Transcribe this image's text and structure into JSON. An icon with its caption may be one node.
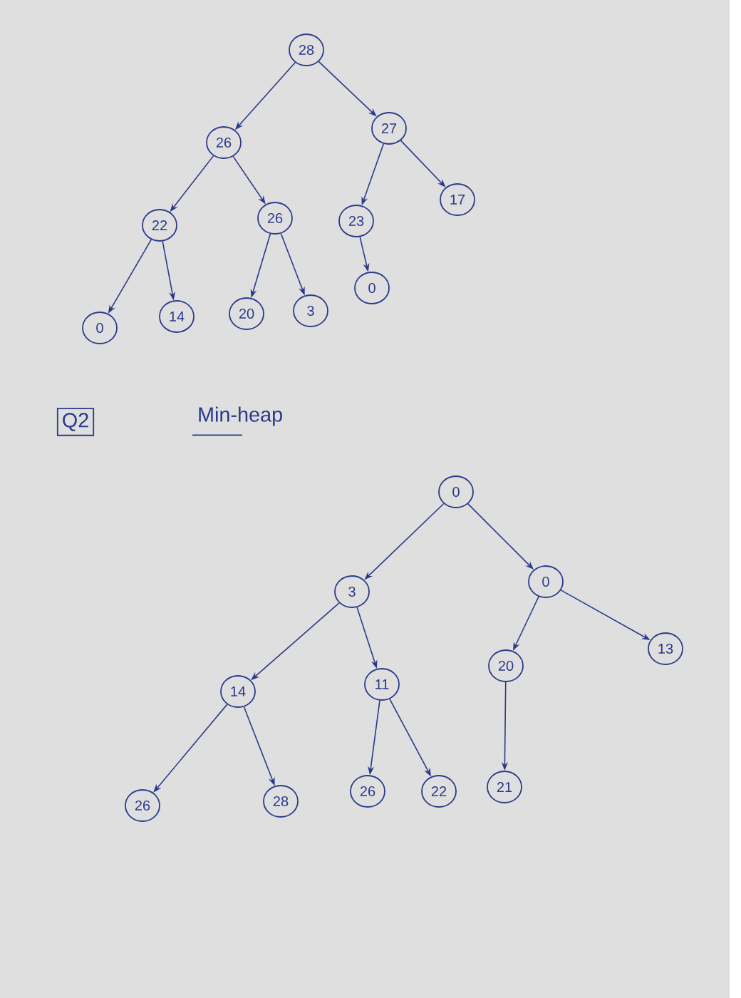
{
  "diagram": {
    "nodes": [
      {
        "text": [
          "28"
        ]
      },
      {
        "text": [
          "26"
        ]
      },
      {
        "text": [
          "27"
        ]
      },
      {
        "text": [
          "22"
        ]
      },
      {
        "text": [
          "26"
        ]
      },
      {
        "text": [
          "23"
        ]
      },
      {
        "text": [
          "17"
        ]
      },
      {
        "text": [
          "0"
        ]
      },
      {
        "text": [
          "14"
        ]
      },
      {
        "text": [
          "20"
        ]
      },
      {
        "text": [
          "3"
        ]
      },
      {
        "text": [
          "0"
        ]
      },
      {
        "text": [
          "Q2"
        ]
      },
      {
        "text": [
          "0"
        ]
      },
      {
        "text": [
          "3"
        ]
      },
      {
        "text": [
          "0"
        ]
      },
      {
        "text": [
          "14"
        ]
      },
      {
        "text": [
          "11"
        ]
      },
      {
        "text": [
          "20"
        ]
      },
      {
        "text": [
          "13"
        ]
      },
      {
        "text": [
          "26"
        ]
      },
      {
        "text": [
          "28"
        ]
      },
      {
        "text": [
          "26"
        ]
      },
      {
        "text": [
          "22"
        ]
      },
      {
        "text": [
          "21"
        ]
      }
    ],
    "edges": [
      {
        "from": 0,
        "to": 1,
        "arrow": "to"
      },
      {
        "from": 0,
        "to": 2,
        "arrow": "to"
      },
      {
        "from": 1,
        "to": 3,
        "arrow": "to"
      },
      {
        "from": 1,
        "to": 4,
        "arrow": "to"
      },
      {
        "from": 2,
        "to": 5,
        "arrow": "to"
      },
      {
        "from": 2,
        "to": 6,
        "arrow": "to"
      },
      {
        "from": 3,
        "to": 7,
        "arrow": "to"
      },
      {
        "from": 3,
        "to": 8,
        "arrow": "to"
      },
      {
        "from": 4,
        "to": 9,
        "arrow": "to"
      },
      {
        "from": 4,
        "to": 10,
        "arrow": "to"
      },
      {
        "from": 5,
        "to": 11,
        "arrow": "to"
      },
      {
        "from": 13,
        "to": 14,
        "arrow": "to"
      },
      {
        "from": 13,
        "to": 15,
        "arrow": "to"
      },
      {
        "from": 14,
        "to": 16,
        "arrow": "to"
      },
      {
        "from": 14,
        "to": 17,
        "arrow": "to"
      },
      {
        "from": 15,
        "to": 18,
        "arrow": "to"
      },
      {
        "from": 15,
        "to": 19,
        "arrow": "to"
      },
      {
        "from": 16,
        "to": 20,
        "arrow": "to"
      },
      {
        "from": 16,
        "to": 21,
        "arrow": "to"
      },
      {
        "from": 17,
        "to": 22,
        "arrow": "to"
      },
      {
        "from": 17,
        "to": 23,
        "arrow": "to"
      },
      {
        "from": 18,
        "to": 24,
        "arrow": "to"
      }
    ],
    "labels": [
      "Min-heap"
    ]
  }
}
